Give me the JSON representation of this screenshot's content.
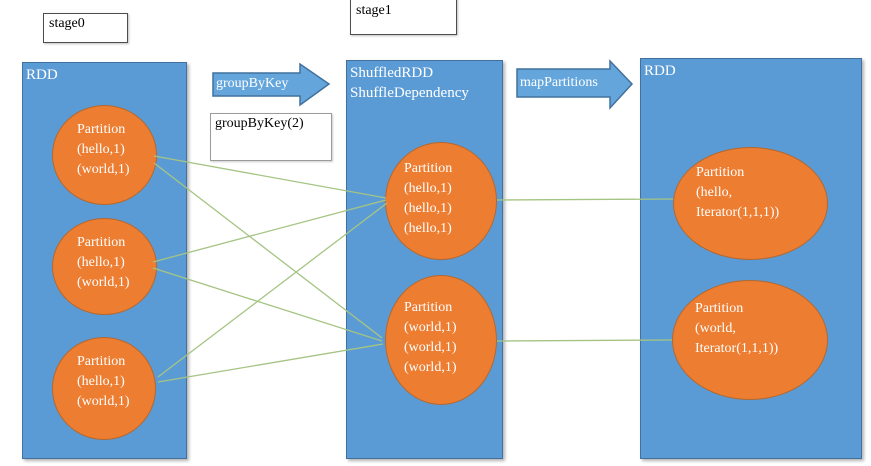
{
  "labels": {
    "stage0": "stage0",
    "stage1": "stage1",
    "group_by_key_arrow": "groupByKey",
    "map_partitions_arrow": "mapPartitions",
    "group_by_key_call": "groupByKey(2)"
  },
  "stage0_rdd": {
    "title": "RDD",
    "partitions": [
      "Partition\n(hello,1)\n(world,1)",
      "Partition\n(hello,1)\n(world,1)",
      "Partition\n(hello,1)\n(world,1)"
    ]
  },
  "stage1_shuffled_rdd": {
    "title": "ShuffledRDD\nShuffleDependency",
    "partitions": [
      "Partition\n(hello,1)\n(hello,1)\n(hello,1)",
      "Partition\n(world,1)\n(world,1)\n(world,1)"
    ]
  },
  "stage1_result_rdd": {
    "title": "RDD",
    "partitions": [
      "Partition\n(hello,\nIterator(1,1,1))",
      "Partition\n(world,\nIterator(1,1,1))"
    ]
  },
  "colors": {
    "rdd_fill": "#5b9bd5",
    "rdd_border": "#41719c",
    "partition_fill": "#ed7d31",
    "arrow_fill": "#64a6dc",
    "connector_line": "#a5c483"
  }
}
